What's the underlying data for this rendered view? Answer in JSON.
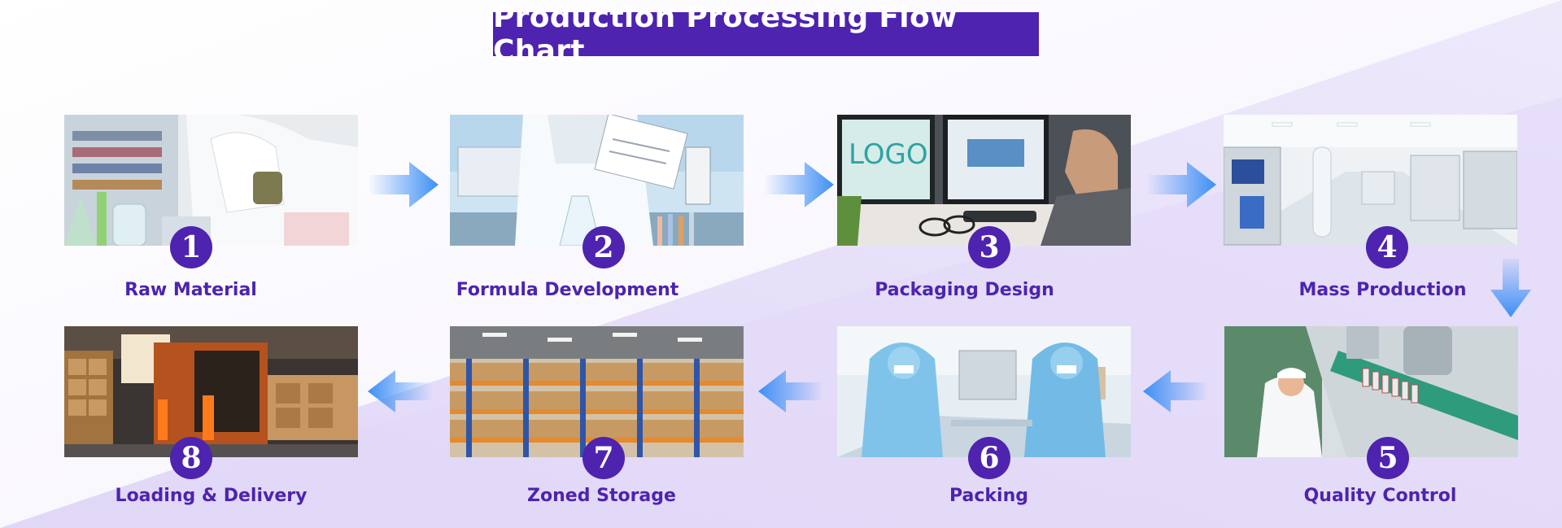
{
  "title": "Production Processing Flow Chart",
  "colors": {
    "accent": "#4d23b0",
    "arrow": "#3d8ff5",
    "background": "#f6f3fd",
    "background_band": "#e7e0f9"
  },
  "steps": [
    {
      "number": "1",
      "label": "Raw Material",
      "image": "laboratory-scientist-photo"
    },
    {
      "number": "2",
      "label": "Formula Development",
      "image": "lab-researcher-clipboard-photo"
    },
    {
      "number": "3",
      "label": "Packaging Design",
      "image": "designer-monitor-logo-photo"
    },
    {
      "number": "4",
      "label": "Mass Production",
      "image": "cleanroom-production-line-photo"
    },
    {
      "number": "5",
      "label": "Quality Control",
      "image": "bottling-line-inspection-photo"
    },
    {
      "number": "6",
      "label": "Packing",
      "image": "workers-packing-photo"
    },
    {
      "number": "7",
      "label": "Zoned Storage",
      "image": "warehouse-shelving-photo"
    },
    {
      "number": "8",
      "label": "Loading & Delivery",
      "image": "truck-loading-photo"
    }
  ],
  "arrows": [
    {
      "name": "arrow-1-to-2",
      "direction": "right"
    },
    {
      "name": "arrow-2-to-3",
      "direction": "right"
    },
    {
      "name": "arrow-3-to-4",
      "direction": "right"
    },
    {
      "name": "arrow-4-to-5",
      "direction": "down"
    },
    {
      "name": "arrow-5-to-6",
      "direction": "left"
    },
    {
      "name": "arrow-6-to-7",
      "direction": "left"
    },
    {
      "name": "arrow-7-to-8",
      "direction": "left"
    }
  ]
}
